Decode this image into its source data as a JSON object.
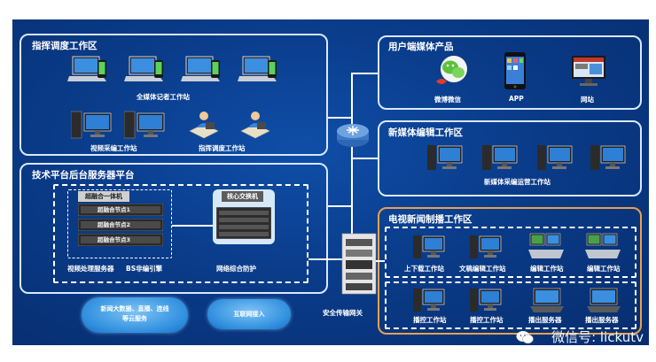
{
  "zones": {
    "command": {
      "title": "指挥调度工作区",
      "row1_label": "全媒体记者工作站",
      "row2_labels": [
        "视频采编工作站",
        "指挥调度工作站"
      ]
    },
    "user_media": {
      "title": "用户端媒体产品",
      "items": [
        "微博微信",
        "APP",
        "网站"
      ]
    },
    "new_media": {
      "title": "新媒体编辑工作区",
      "label": "新媒体采编运营工作站"
    },
    "platform": {
      "title": "技术平台后台服务器平台",
      "hci_title": "超融合一体机",
      "hci_nodes": [
        "超融合节点1",
        "超融合节点2",
        "超融合节点3"
      ],
      "video_server": "视频处理服务器",
      "bs_engine": "BS非编引擎",
      "core_switch": "核心交换机",
      "net_protect": "网络综合防护"
    },
    "tv_news": {
      "title": "电视新闻制播工作区",
      "row1": [
        "上下载工作站",
        "文稿编辑工作站",
        "编辑工作站",
        "编辑工作站"
      ],
      "row2": [
        "播控工作站",
        "播控工作站",
        "播出服务器",
        "播出服务器"
      ]
    }
  },
  "clouds": {
    "bigdata": "新闻大数据、直播、连线等云服务",
    "internet": "互联网接入"
  },
  "gateway_label": "安全传输网关",
  "watermark": "微信号: lickutv",
  "colors": {
    "background": "#0a3c8a",
    "zone_border": "#d8e8ff",
    "tv_zone_border": "#e7a24a",
    "cloud": "#2f8fde"
  }
}
